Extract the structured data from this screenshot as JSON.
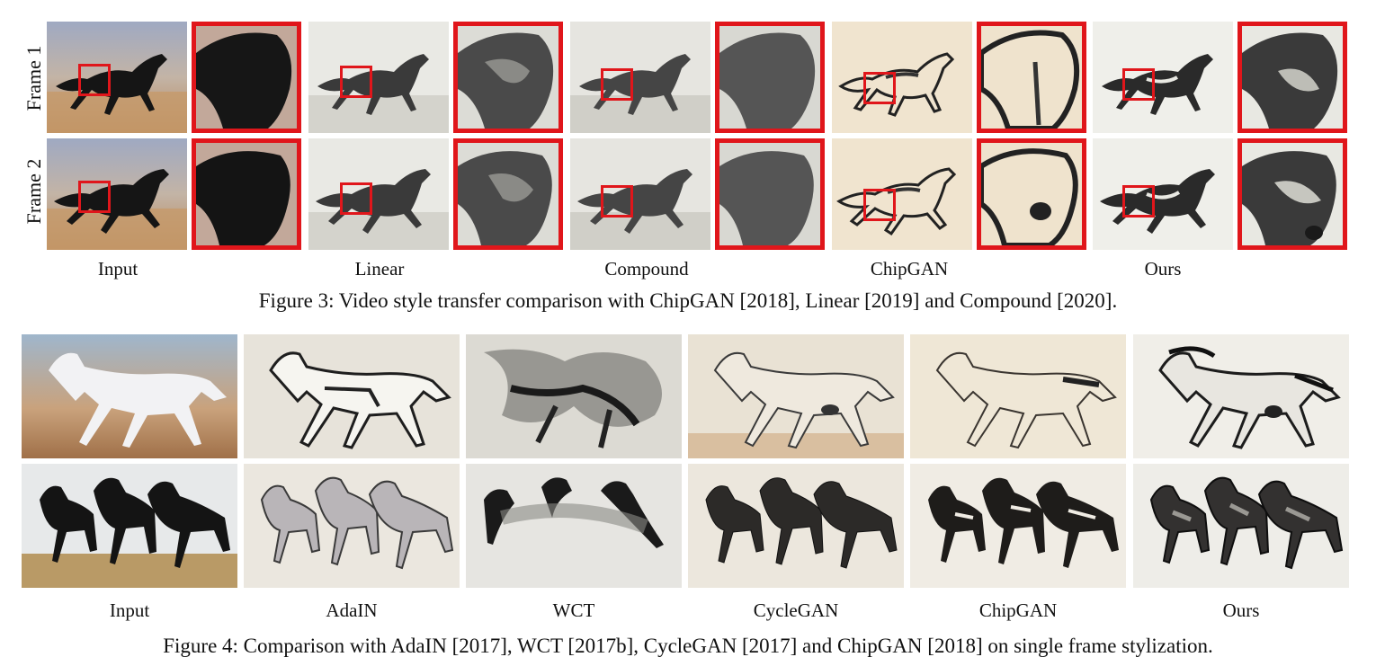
{
  "figure3": {
    "row_labels": [
      "Frame 1",
      "Frame 2"
    ],
    "column_labels": [
      "Input",
      "Linear",
      "Compound",
      "ChipGAN",
      "Ours"
    ],
    "caption": "Figure 3: Video style transfer comparison with ChipGAN [2018], Linear [2019] and Compound [2020]."
  },
  "figure4": {
    "column_labels": [
      "Input",
      "AdaIN",
      "WCT",
      "CycleGAN",
      "ChipGAN",
      "Ours"
    ],
    "caption": "Figure 4: Comparison with AdaIN [2017], WCT [2017b], CycleGAN [2017] and ChipGAN [2018] on single frame stylization."
  },
  "colors": {
    "highlight_box": "#e0161b",
    "input_sky": "#a9b2c6",
    "input_ground": "#c79a6a",
    "ink": "#1a1a1a",
    "paper": "#ece8dd",
    "chipgan_paper": "#f0e4cf"
  }
}
